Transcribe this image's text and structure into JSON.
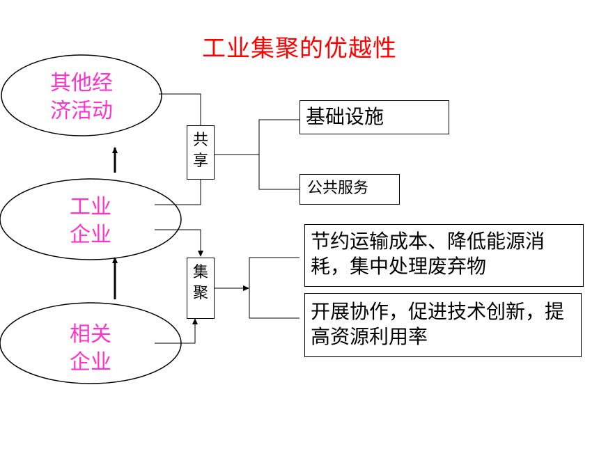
{
  "title": "工业集聚的优越性",
  "nodes": {
    "other_econ": "其他经济活动",
    "industry": "工业企业",
    "related": "相关企业"
  },
  "share_label": "共享",
  "cluster_label": "集聚",
  "share_targets": {
    "infrastructure": "基础设施",
    "public_services": "公共服务"
  },
  "cluster_benefits": {
    "benefit_1": "节约运输成本、降低能源消耗，集中处理废弃物",
    "benefit_2": "开展协作，促进技术创新，提高资源利用率"
  },
  "colors": {
    "title": "#ff0000",
    "node_text": "#ff33cc",
    "lines": "#000000"
  }
}
